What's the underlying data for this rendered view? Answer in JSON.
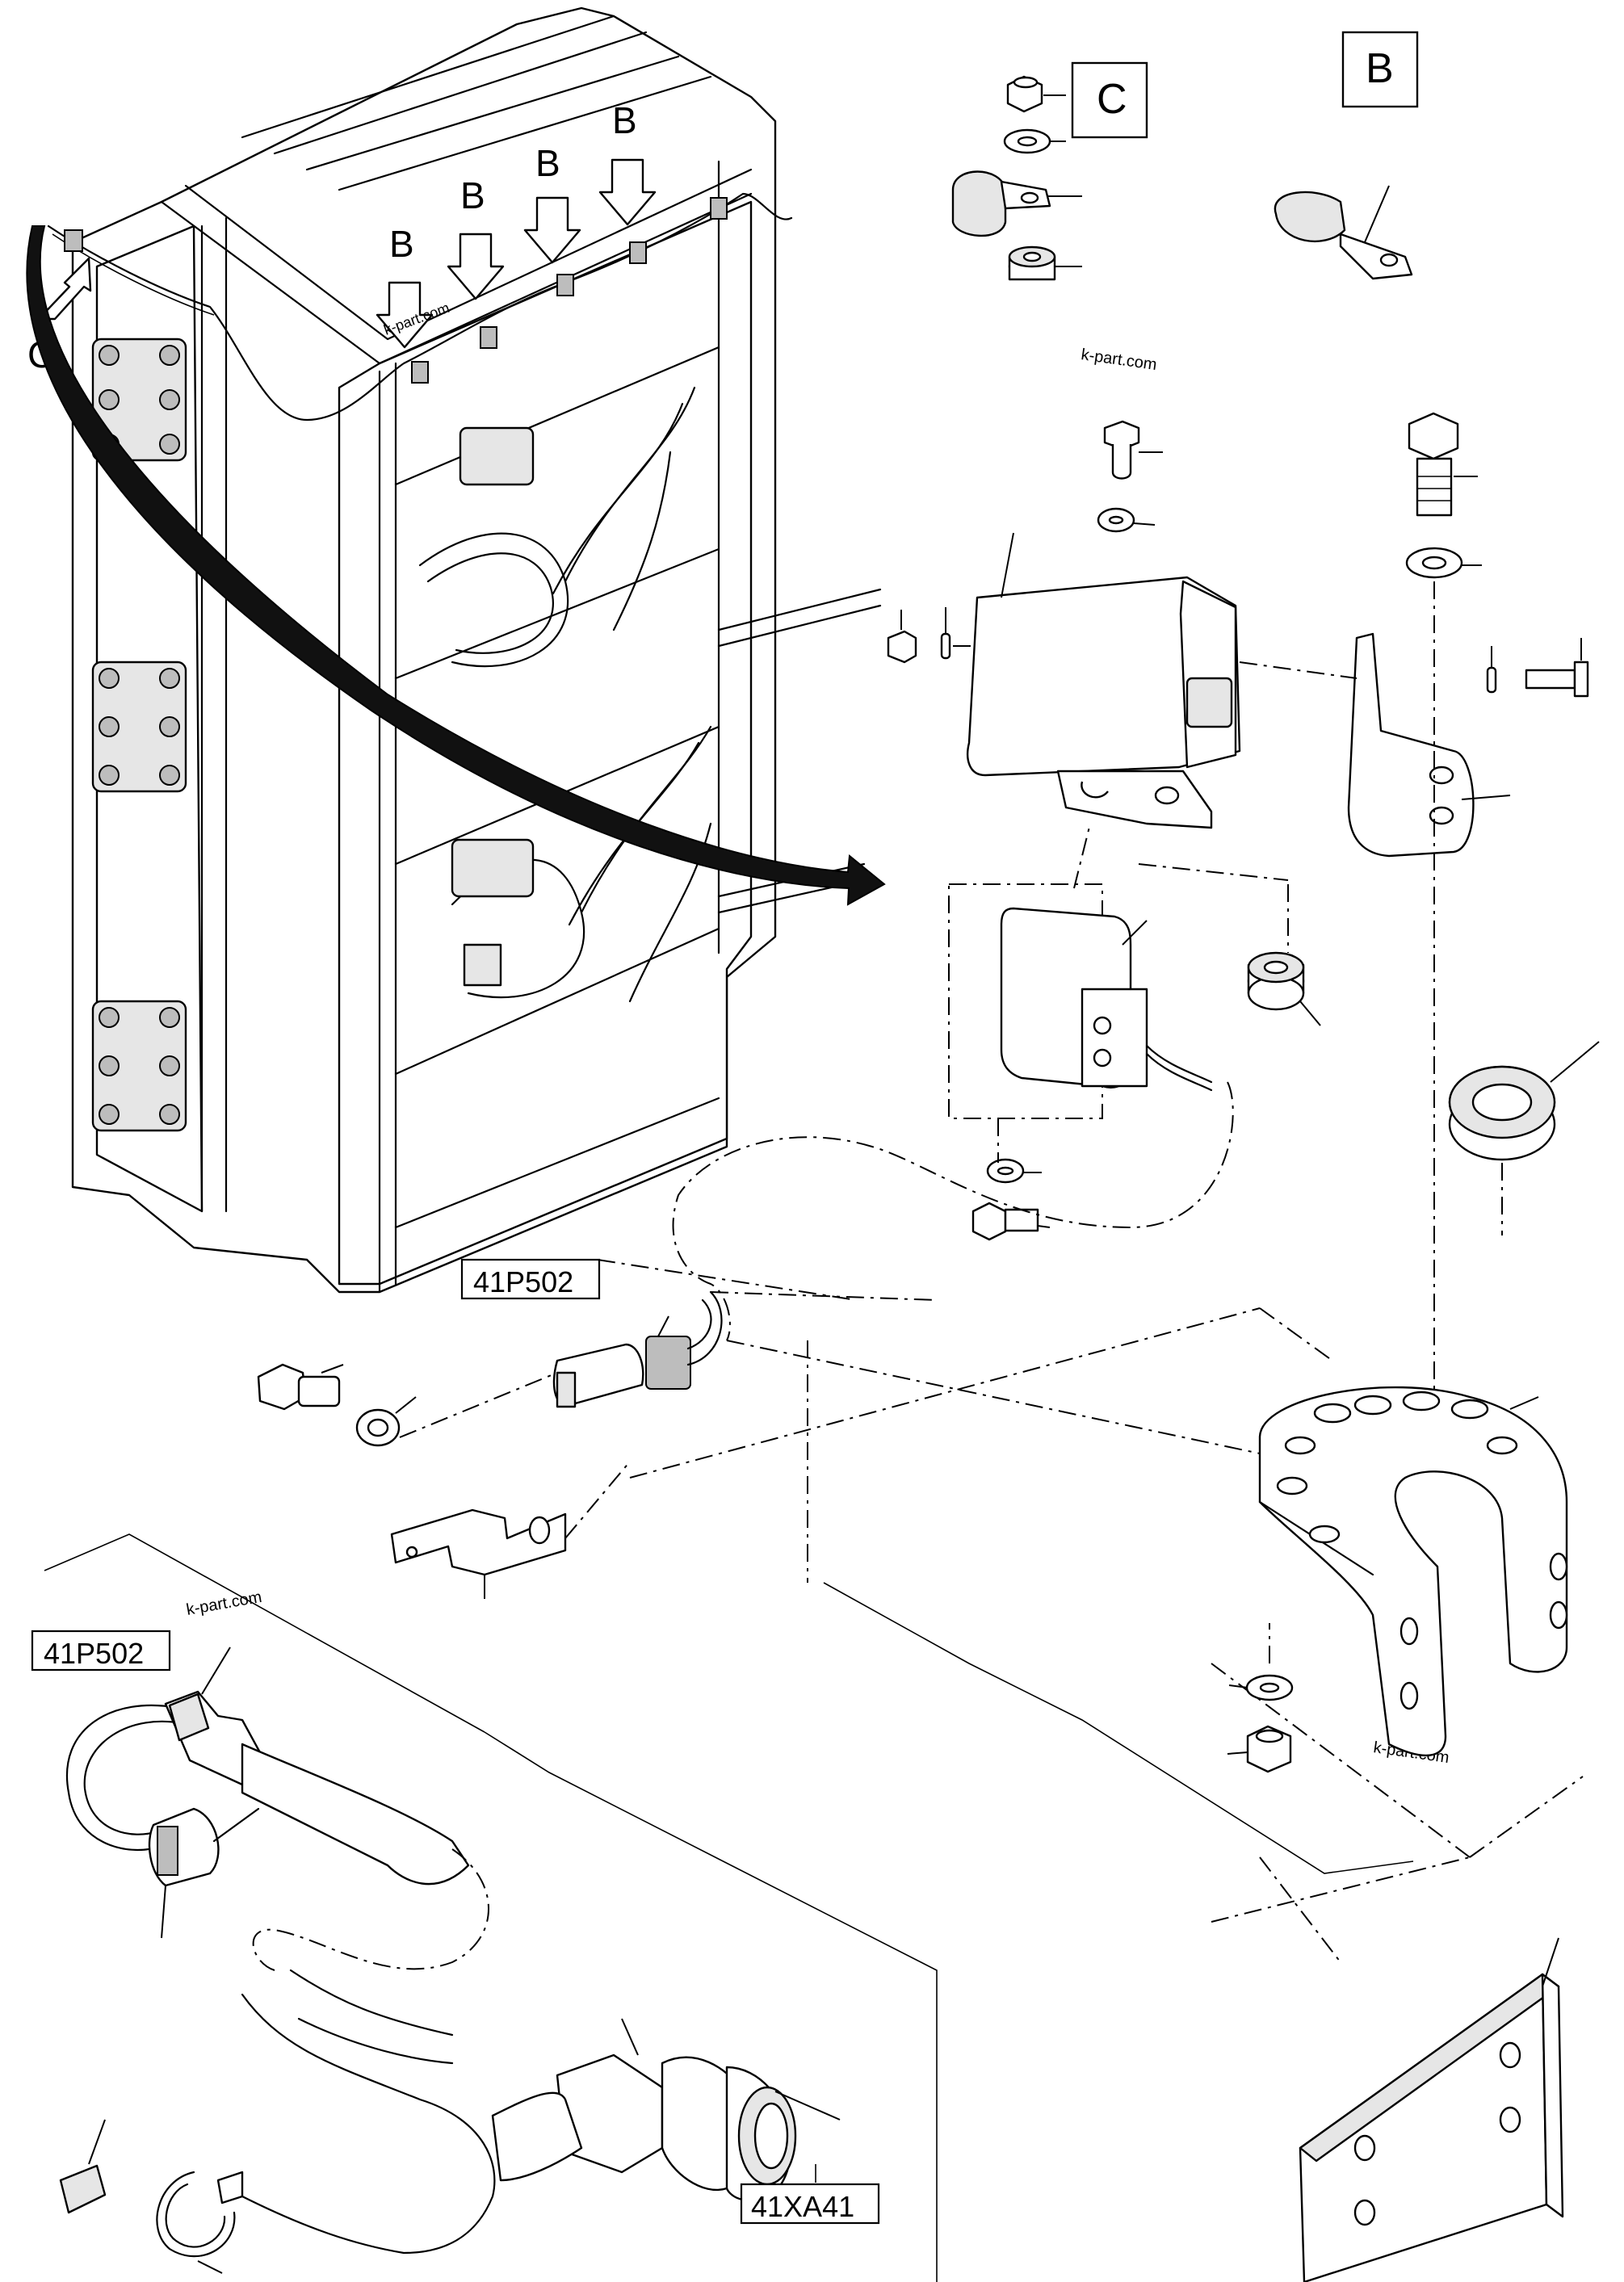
{
  "labels": {
    "view_c_box": "C",
    "view_b_box": "B",
    "arrow_c": "C",
    "arrow_b1": "B",
    "arrow_b2": "B",
    "arrow_b3": "B",
    "arrow_b4": "B",
    "connector_41p502_upper": "41P502",
    "connector_41p502_lower": "41P502",
    "connector_41xa41": "41XA41"
  },
  "watermarks": {
    "w1": "k-part.com",
    "w2": "k-part.com",
    "w3": "k-part.com",
    "w4": "k-part.com"
  }
}
